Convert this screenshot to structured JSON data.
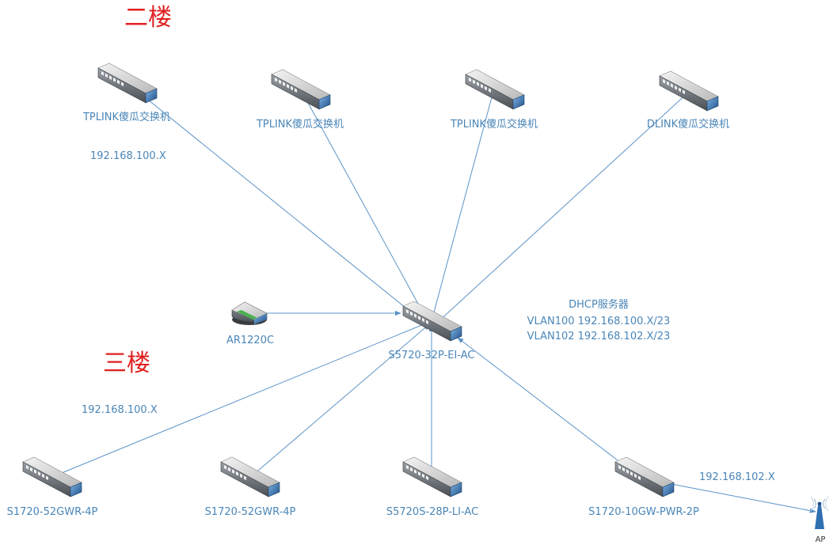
{
  "floors": {
    "second": "二楼",
    "third": "三楼"
  },
  "devices": {
    "core": "S5720-32P-EI-AC",
    "router": "AR1220C",
    "sw_top_1": "TPLINK傻瓜交换机",
    "sw_top_2": "TPLINK傻瓜交换机",
    "sw_top_3": "TPLINK傻瓜交换机",
    "sw_top_4": "DLINK傻瓜交换机",
    "sw_bot_1": "S1720-52GWR-4P",
    "sw_bot_2": "S1720-52GWR-4P",
    "sw_bot_3": "S5720S-28P-LI-AC",
    "sw_bot_4": "S1720-10GW-PWR-2P",
    "ap": "AP"
  },
  "subnets": {
    "second_floor": "192.168.100.X",
    "third_floor": "192.168.100.X",
    "ap_link": "192.168.102.X"
  },
  "dhcp": {
    "title": "DHCP服务器",
    "vlan100": "VLAN100 192.168.100.X/23",
    "vlan102": "VLAN102 192.168.102.X/23"
  },
  "colors": {
    "link": "#5b93c7",
    "label": "#4a86b8",
    "floor": "#e02020"
  }
}
